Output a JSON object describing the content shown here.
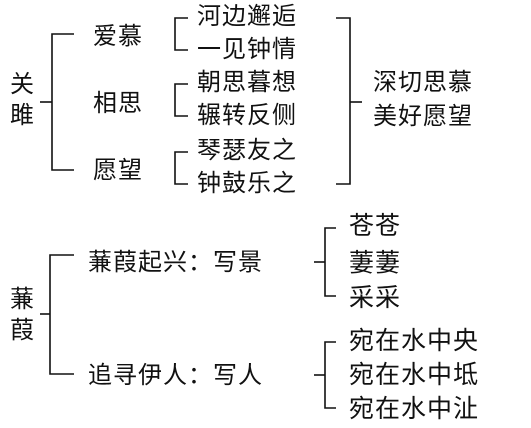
{
  "guanju": {
    "title": "关雎",
    "sections": [
      {
        "label": "爱慕",
        "lines": [
          "河边邂逅",
          "一见钟情"
        ]
      },
      {
        "label": "相思",
        "lines": [
          "朝思暮想",
          "辗转反侧"
        ]
      },
      {
        "label": "愿望",
        "lines": [
          "琴瑟友之",
          "钟鼓乐之"
        ]
      }
    ],
    "summary": [
      "深切思慕",
      "美好愿望"
    ]
  },
  "jianjia": {
    "title": "蒹葭",
    "sections": [
      {
        "label": "蒹葭起兴：写景",
        "lines": [
          "苍苍",
          "萋萋",
          "采采"
        ]
      },
      {
        "label": "追寻伊人：写人",
        "lines": [
          "宛在水中央",
          "宛在水中坻",
          "宛在水中沚"
        ]
      }
    ]
  }
}
